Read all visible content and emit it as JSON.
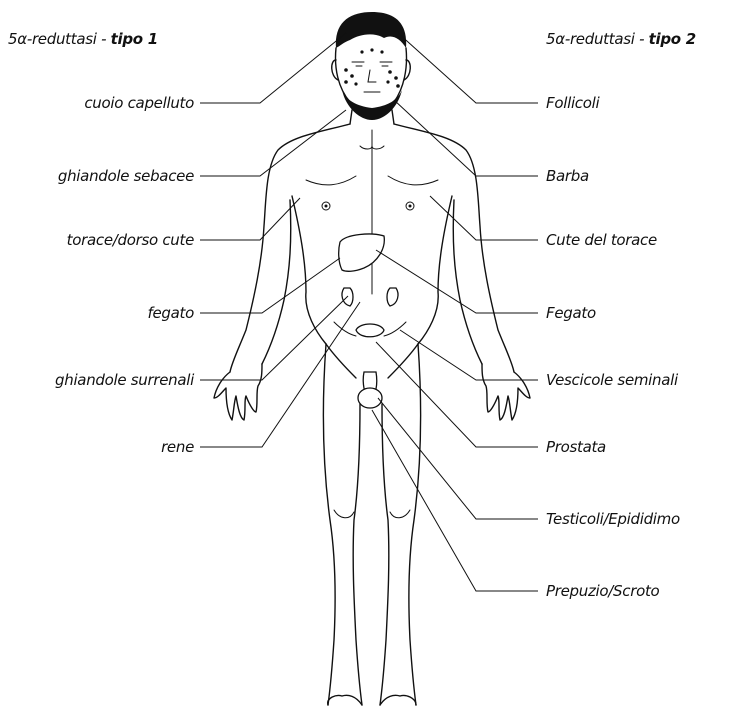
{
  "header": {
    "left": {
      "prefix": "5α-reduttasi - ",
      "type": "tipo 1"
    },
    "right": {
      "prefix": "5α-reduttasi - ",
      "type": "tipo 2"
    }
  },
  "left_labels": [
    "cuoio capelluto",
    "ghiandole sebacee",
    "torace/dorso cute",
    "fegato",
    "ghiandole surrenali",
    "rene"
  ],
  "right_labels": [
    "Follicoli",
    "Barba",
    "Cute del torace",
    "Fegato",
    "Vescicole seminali",
    "Prostata",
    "Testicoli/Epididimo",
    "Prepuzio/Scroto"
  ]
}
